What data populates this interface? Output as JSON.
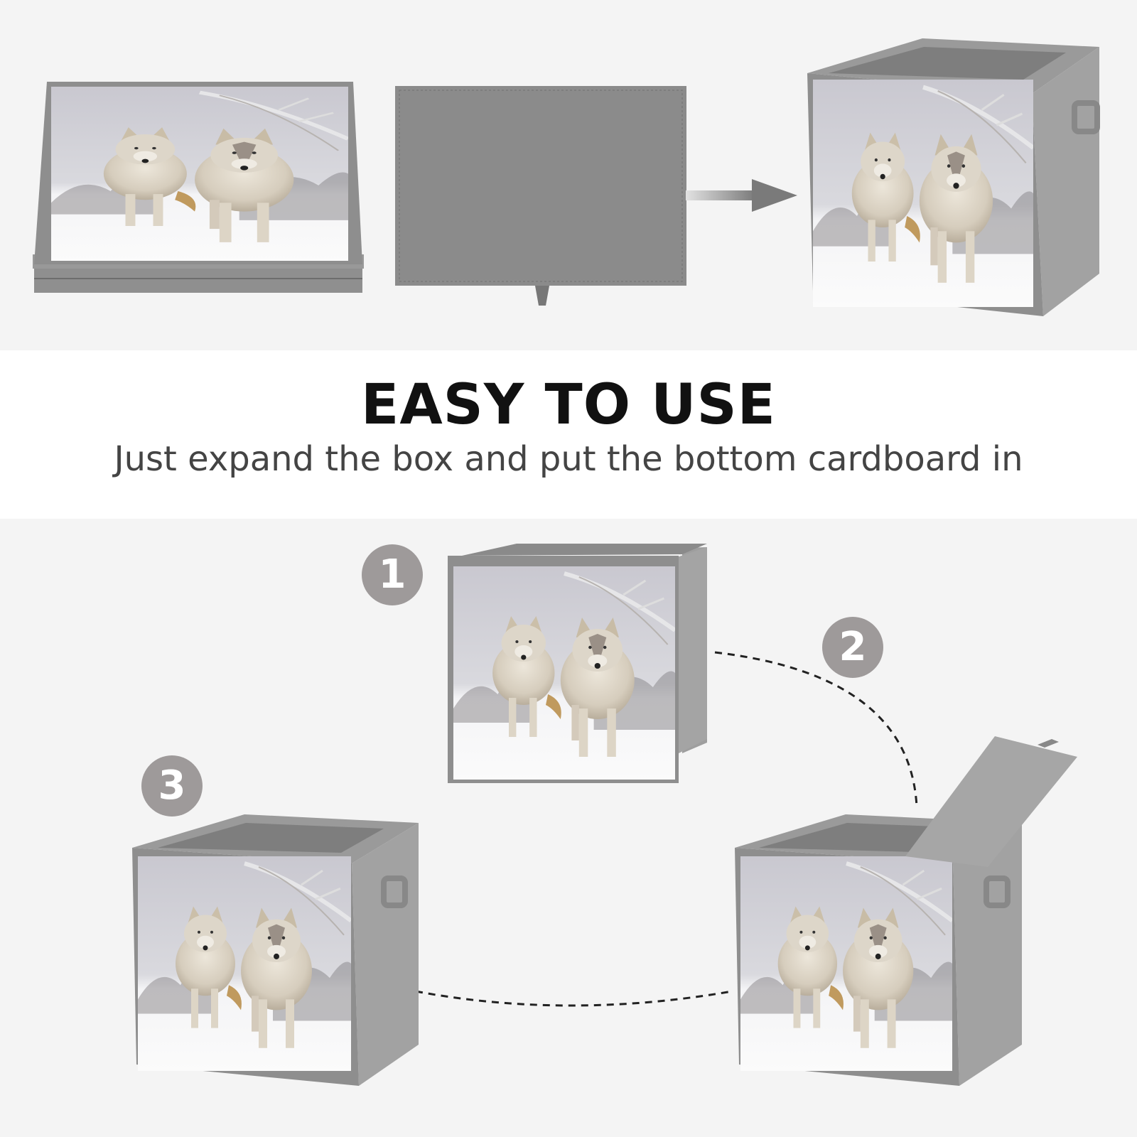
{
  "heading": {
    "title": "EASY TO USE",
    "subtitle": "Just expand the box and put the bottom cardboard in"
  },
  "steps": [
    "1",
    "2",
    "3"
  ],
  "colors": {
    "fabric": "#8e8e8e",
    "fabric_dark": "#6f6f6f",
    "badge": "#9e9a9a",
    "band_grey": "#f4f4f4",
    "band_white": "#ffffff"
  }
}
